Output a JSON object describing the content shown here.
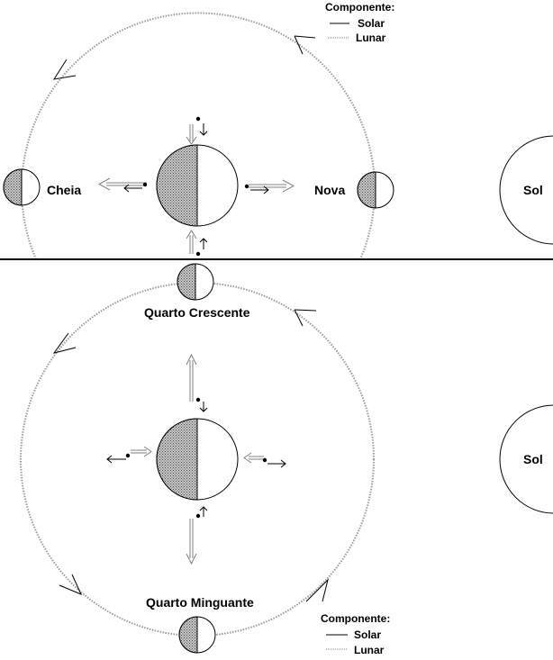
{
  "top": {
    "sun_label": "Sol",
    "label_full": "Cheia",
    "label_new": "Nova",
    "legend": {
      "title": "Componente:",
      "solar": "Solar",
      "lunar": "Lunar"
    }
  },
  "bottom": {
    "sun_label": "Sol",
    "label_first_quarter": "Quarto Crescente",
    "label_last_quarter": "Quarto Minguante",
    "legend": {
      "title": "Componente:",
      "solar": "Solar",
      "lunar": "Lunar"
    }
  },
  "colors": {
    "line": "#000000",
    "lunar": "#808080",
    "orbit": "#a0a0a0",
    "shade": "#909090"
  }
}
